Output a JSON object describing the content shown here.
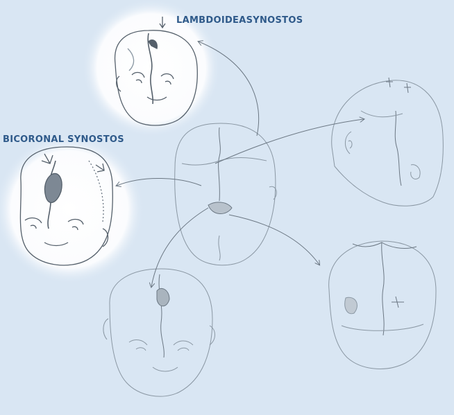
{
  "labels": {
    "lambdoid": "LAMBDOIDEASYNOSTOS",
    "bicoronal": "BICORONAL SYNOSTOS"
  },
  "colors": {
    "background": "#d9e6f3",
    "highlight": "#fbfcfe",
    "ink": "#55606b",
    "faint_ink": "#8a97a3",
    "label": "#2f5a8a",
    "shade": "#9aa7b3"
  },
  "figures": [
    "lambdoid-synostosis-head",
    "bicoronal-synostosis-head",
    "central-skull-top-view",
    "right-side-skull",
    "lower-left-face",
    "lower-right-skull-back"
  ]
}
